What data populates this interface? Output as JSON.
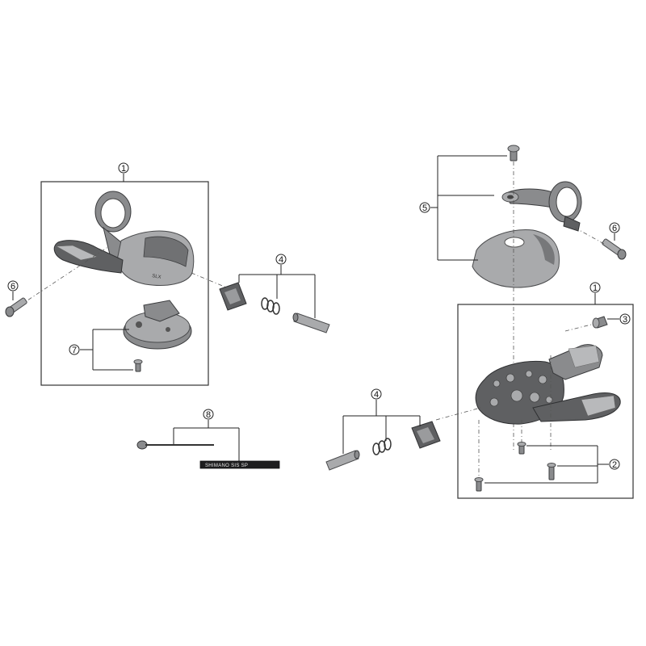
{
  "callouts": {
    "left_1": "1",
    "left_4": "4",
    "left_6": "6",
    "left_7": "7",
    "cable_8": "8",
    "right_5": "5",
    "right_6": "6",
    "right_1": "1",
    "right_3": "3",
    "right_4": "4",
    "right_2": "2"
  },
  "cable": {
    "label": "SHIMANO SIS SP"
  },
  "colors": {
    "part_dark": "#5f6062",
    "part_mid": "#8a8b8d",
    "part_light": "#a9aaac",
    "line": "#222222"
  }
}
